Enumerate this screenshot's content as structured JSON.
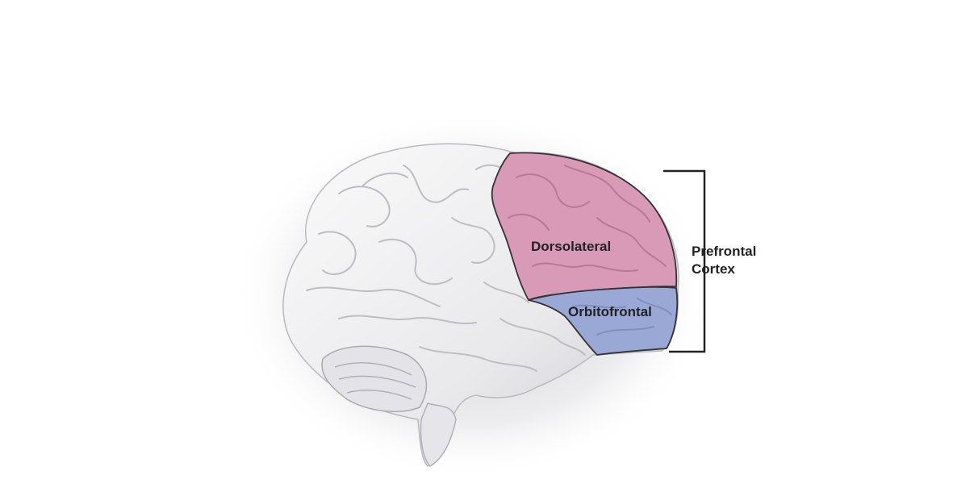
{
  "regions": {
    "dorsolateral": {
      "label": "Dorsolateral",
      "color": "#d99ab8"
    },
    "orbitofrontal": {
      "label": "Orbitofrontal",
      "color": "#9aa8d6"
    }
  },
  "bracket": {
    "line1": "Prefrontal",
    "line2": "Cortex",
    "color": "#222222"
  },
  "brain": {
    "color": "#f1f1f1",
    "shadow": "#9a9aa4"
  }
}
